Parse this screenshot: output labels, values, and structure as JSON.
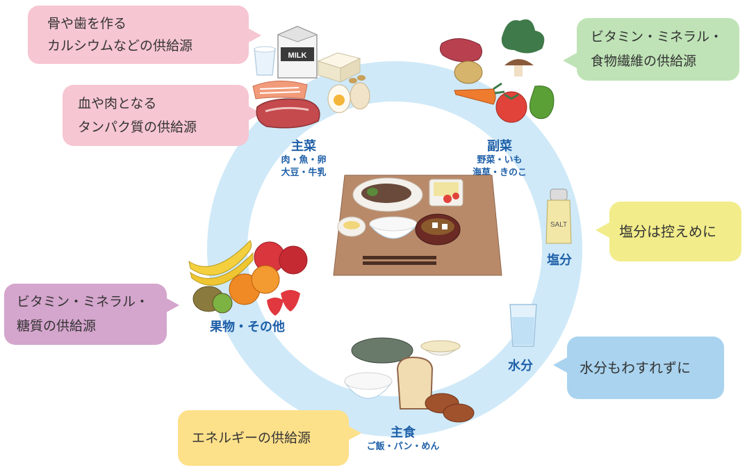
{
  "categories": {
    "shusai": {
      "name": "主菜",
      "sub1": "肉・魚・卵",
      "sub2": "大豆・牛乳"
    },
    "fukusai": {
      "name": "副菜",
      "sub1": "野菜・いも",
      "sub2": "海草・きのこ"
    },
    "enbun": {
      "name": "塩分"
    },
    "suibun": {
      "name": "水分"
    },
    "shushoku": {
      "name": "主食",
      "sub1": "ご飯・パン・めん"
    },
    "kudamono": {
      "name": "果物・その他"
    }
  },
  "bubbles": {
    "calcium": {
      "line1": "骨や歯を作る",
      "line2": "カルシウムなどの供給源"
    },
    "protein": {
      "line1": "血や肉となる",
      "line2": "タンパク質の供給源"
    },
    "vitamin_fiber": {
      "line1": "ビタミン・ミネラル・",
      "line2": "食物繊維の供給源"
    },
    "salt": {
      "line1": "塩分は控えめに"
    },
    "water": {
      "line1": "水分もわすれずに"
    },
    "energy": {
      "line1": "エネルギーの供給源"
    },
    "vitamin_sugar": {
      "line1": "ビタミン・ミネラル・",
      "line2": "糖質の供給源"
    }
  },
  "labels": {
    "milk": "MILK",
    "salt_shaker": "SALT"
  },
  "colors": {
    "ring": "#cfe9f8",
    "category_text": "#1e5fa8",
    "pink_bubble": "#f6c6d2",
    "green_bubble": "#bfe3b6",
    "yellow_bubble": "#f2ec8a",
    "blue_bubble": "#a9d3ef",
    "orange_bubble": "#fde08a",
    "purple_bubble": "#d4a5cd"
  }
}
